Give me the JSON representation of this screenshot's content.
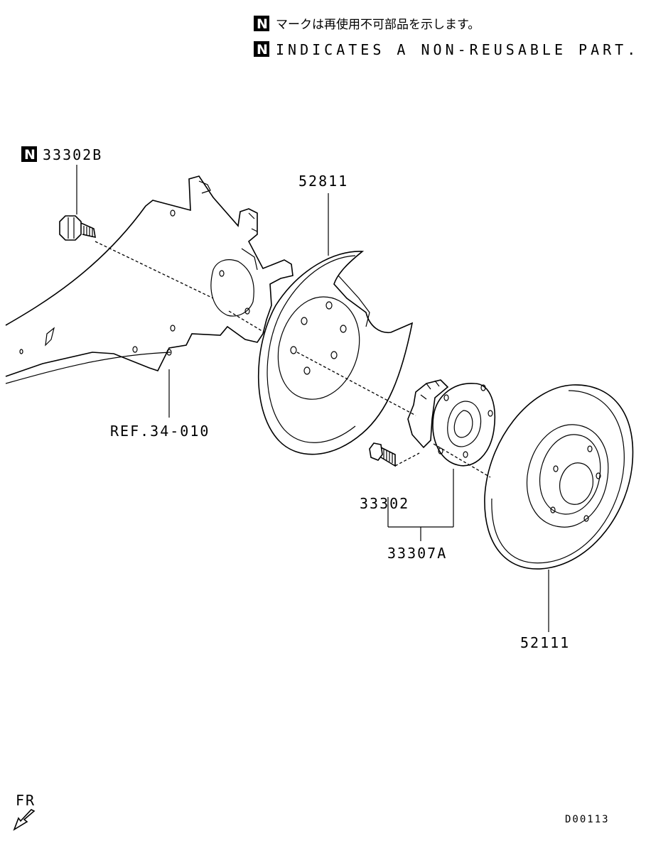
{
  "legend": {
    "badge": "N",
    "japanese": "マークは再使用不可部品を示します。",
    "english": "INDICATES A NON-REUSABLE PART."
  },
  "parts": {
    "bolt_nonreusable": "33302B",
    "dust_shield": "52811",
    "knuckle_ref": "REF.34-010",
    "hub_bolt": "33302",
    "hub_assembly": "33307A",
    "brake_disc": "52111"
  },
  "orientation": {
    "label": "FR"
  },
  "diagram_code": "D00113"
}
